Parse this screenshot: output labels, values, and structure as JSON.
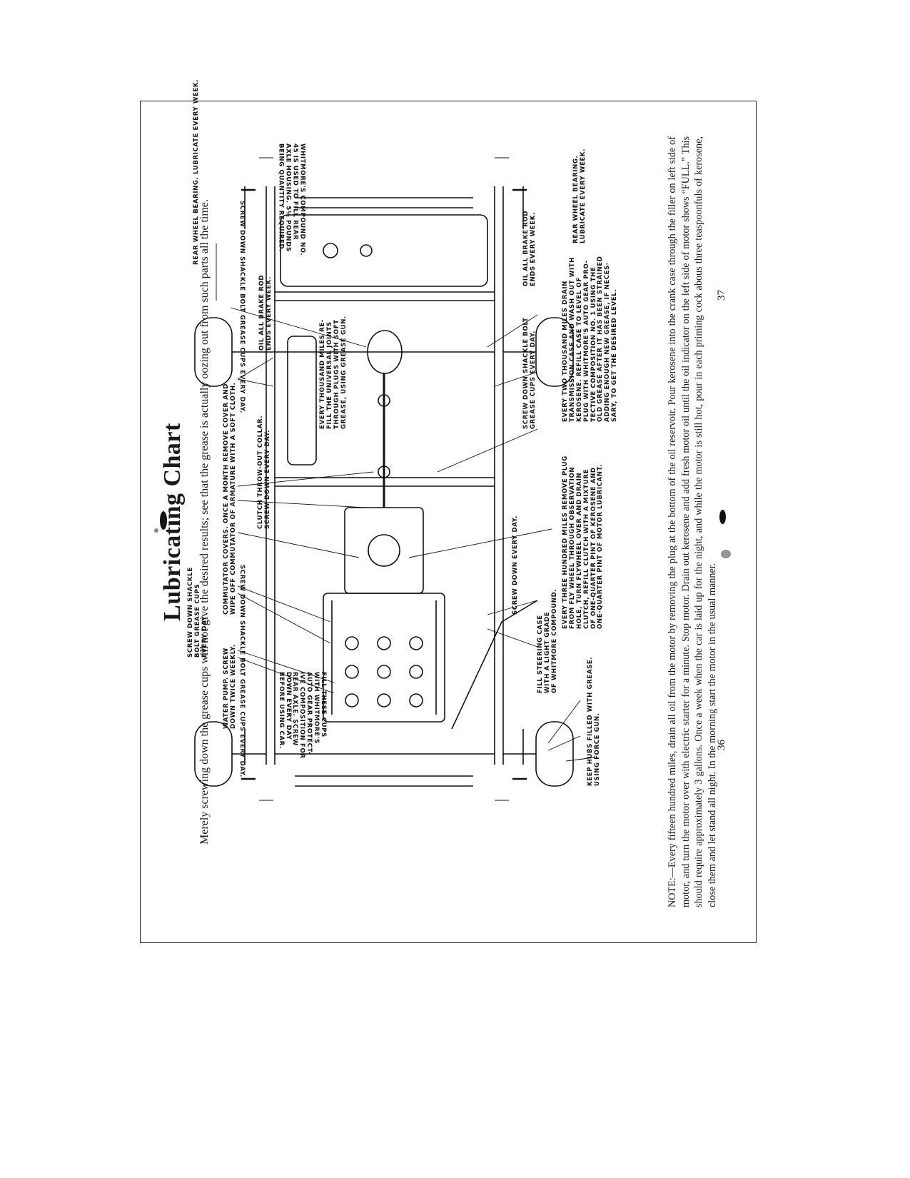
{
  "page": {
    "title": "Lubricating Chart",
    "subtitle": "Merely screwing down the grease cups will not give the desired results; see that the grease is actually oozing out from such parts all the time.",
    "note": "NOTE:—Every fifteen hundred miles, drain all oil from the motor by removing the plug at the bottom of the oil reservoir. Pour kerosene into the crank case through the filler on left side of motor, and turn the motor over with electric starter for a minute. Stop motor. Drain out kerosene and add fresh motor oil until the oil indicator on the left side of motor shows “FULL.” This should require approximately 3 gallons. Once a week when the car is laid up for the night, and while the motor is still hot, pour in each priming cock abous three teaspoonfuls of kerosene, close them and let stand all night. In the morning start the motor in the usual manner.",
    "page_left": "36",
    "page_right": "37"
  },
  "labels": {
    "shackle_top_left": "SCREW DOWN SHACKLE BOLT GREASE CUPS EVERY DAY.",
    "shackle_top_right": "SCREW DOWN SHACKLE BOLT GREASE CUPS EVERY DAY.",
    "fill_cups": "FILL THESE CUPS\nWITH WHITMORE'S\nAUTO GEAR PROTECT-\nIVE COMPOSITION FOR\nREAR AXLE. SCREW\nDOWN EVERY DAY\nBEFORE USING CAR.",
    "whitmore_rear": "WHITMORE'S COMPOUND NO.\n45 IS USED TO FILL REAR\nAXLE HOUSING. 5½ POUNDS\nBEING QUANTITY REQUIRED.",
    "water_pump": "WATER PUMP. SCREW\nDOWN TWICE WEEKLY.",
    "shackle_front": "SCREW DOWN SHACKLE\nBOLT GREASE CUPS\nEVERY DAY",
    "commutator": "COMMUTATOR COVERS. ONCE A MONTH REMOVE COVER AND\nWIPE OFF COMMUTATOR OF ARMATURE WITH A SOFT CLOTH.",
    "clutch_collar": "CLUTCH THROW-OUT COLLAR.\nSCREW DOWN EVERY DAY.",
    "universal": "EVERY THOUSAND MILES RE-\nFILL THE UNIVERSAL JOINTS\nTHROUGH PLUGS WITH SOFT\nGREASE, USING GREASE GUN.",
    "brake_rod_top": "OIL ALL BRAKE ROD\nENDS EVERY WEEK.",
    "rear_wheel_top": "REAR WHEEL BEARING. LUBRICATE EVERY WEEK.",
    "fill_steering": "FILL STEERING CASE\nWITH A LIGHT GRADE\nOF WHITMORE COMPOUND.",
    "screw_every_day": "SCREW DOWN EVERY DAY.",
    "three_hundred": "EVERY THREE HUNDRED MILES REMOVE PLUG\nFROM FLY WHEEL THROUGH OBSERVATION\nHOLE, TURN FLYWHEEL OVER AND DRAIN\nCLUTCH, REFILL CLUTCH WITH A MIXTURE\nOF ONE-QUARTER PINT OF KEROSENE AND\nONE-QUARTER PINT OF MOTOR LUBRICANT.",
    "two_thousand": "EVERY TWO THOUSAND MILES DRAIN\nTRANSMISSION CASE AND WASH OUT WITH\nKEROSENE. REFILL CASE TO LEVEL OF\nPLUG WITH WHITMORE'S AUTO GEAR PRO-\nTECTIVE COMPOSITION NO. 1 USING THE\nOLD GREASE AFTER IT HAS BEEN STRAINED\nADDING ENOUGH NEW GREASE, IF NECES-\nSARY, TO GET THE DESIRED LEVEL.",
    "shackle_mid_bottom": "SCREW DOWN SHACKLE BOLT\nGREASE CUPS EVERY DAY.",
    "brake_rod_bottom": "OIL ALL BRAKE ROD\nENDS EVERY WEEK.",
    "rear_wheel_bottom": "REAR WHEEL BEARING.\nLUBRICATE EVERY WEEK.",
    "keep_hubs": "KEEP HUBS FILLED WITH GREASE.\nUSING FORCE GUN."
  }
}
